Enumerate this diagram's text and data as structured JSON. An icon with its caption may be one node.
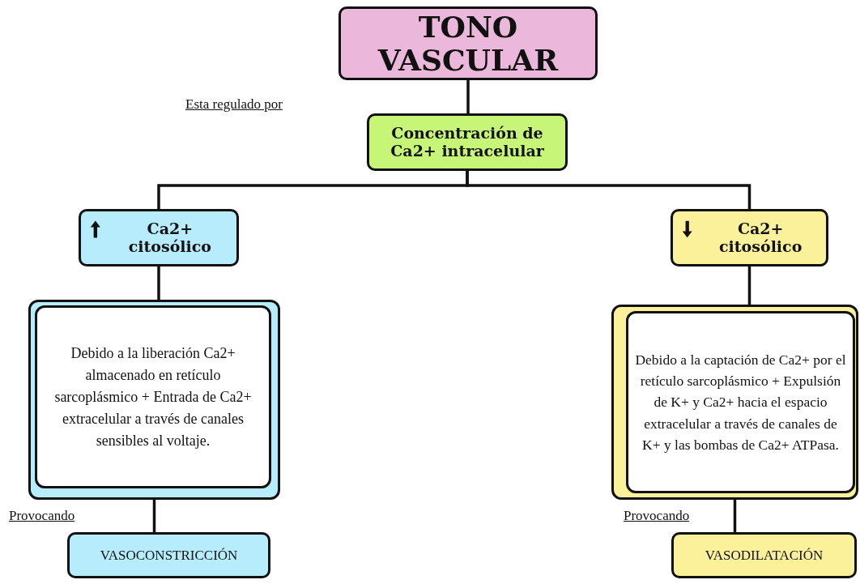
{
  "diagram": {
    "nodes": [
      {
        "text": [
          "TONO VASCULAR"
        ]
      },
      {
        "text": [
          "Concentración de Ca2+ intracelular"
        ]
      },
      {
        "text": [
          "Ca2+ citosólico"
        ]
      },
      {
        "text": [
          "Ca2+ citosólico"
        ]
      },
      {
        "text": [],
        "shape": "box"
      },
      {
        "text": [
          "Debido a la liberación Ca2+ almacenado en retículo sarcoplásmico + Entrada de Ca2+ extracelular a través de canales sensibles al voltaje."
        ],
        "in": 4
      },
      {
        "text": [],
        "shape": "box"
      },
      {
        "text": [
          "Debido a la captación de Ca2+ por el retículo sarcoplásmico + Expulsión de K+ y Ca2+ hacia el espacio extracelular a través de canales de K+ y las bombas de Ca2+ ATPasa."
        ],
        "in": 6
      },
      {
        "text": [
          "VASOCONSTRICCIÓN"
        ]
      },
      {
        "text": [
          "VASODILATACIÓN"
        ]
      }
    ],
    "edges": [
      {
        "from": 0,
        "to": 1,
        "arrow": "none"
      },
      {
        "from": 1,
        "to": 2,
        "arrow": "none"
      },
      {
        "from": 1,
        "to": 3,
        "arrow": "none"
      },
      {
        "from": 2,
        "to": 4,
        "arrow": "none"
      },
      {
        "from": 3,
        "to": 6,
        "arrow": "none"
      },
      {
        "from": 4,
        "to": 8,
        "arrow": "none"
      },
      {
        "from": 6,
        "to": 9,
        "arrow": "none"
      }
    ],
    "labels": [
      "Esta regulado por",
      "Provocando",
      "Provocando"
    ]
  }
}
